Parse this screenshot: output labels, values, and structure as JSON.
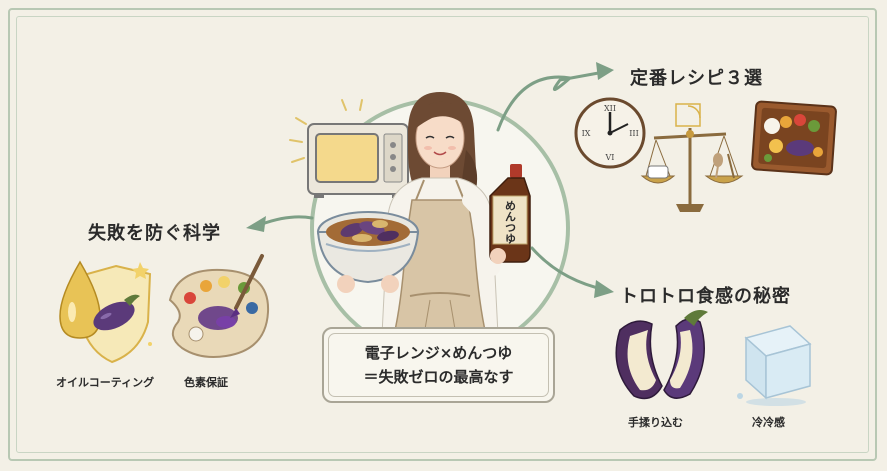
{
  "center": {
    "line1": "電子レンジ×めんつゆ",
    "line2": "＝失敗ゼロの最高なす",
    "bottle_label": "めんつゆ"
  },
  "science": {
    "title": "失敗を防ぐ科学",
    "items": [
      {
        "label": "オイルコーティング"
      },
      {
        "label": "色素保証"
      }
    ]
  },
  "recipes": {
    "title": "定番レシピ３選"
  },
  "texture": {
    "title": "トロトロ食感の秘密",
    "items": [
      {
        "label": "手揉り込む"
      },
      {
        "label": "冷冷感"
      }
    ]
  },
  "colors": {
    "background": "#f3f0e6",
    "frame": "#b8c8b3",
    "arrow": "#7d9f86",
    "eggplant": "#5b3a7a"
  },
  "icons": [
    "microwave-icon",
    "woman-illustration",
    "bowl-icon",
    "bottle-icon",
    "clock-icon",
    "scale-icon",
    "bento-icon",
    "oil-drop-icon",
    "shield-icon",
    "palette-icon",
    "eggplant-icon",
    "ice-cube-icon",
    "arrow-icon"
  ]
}
